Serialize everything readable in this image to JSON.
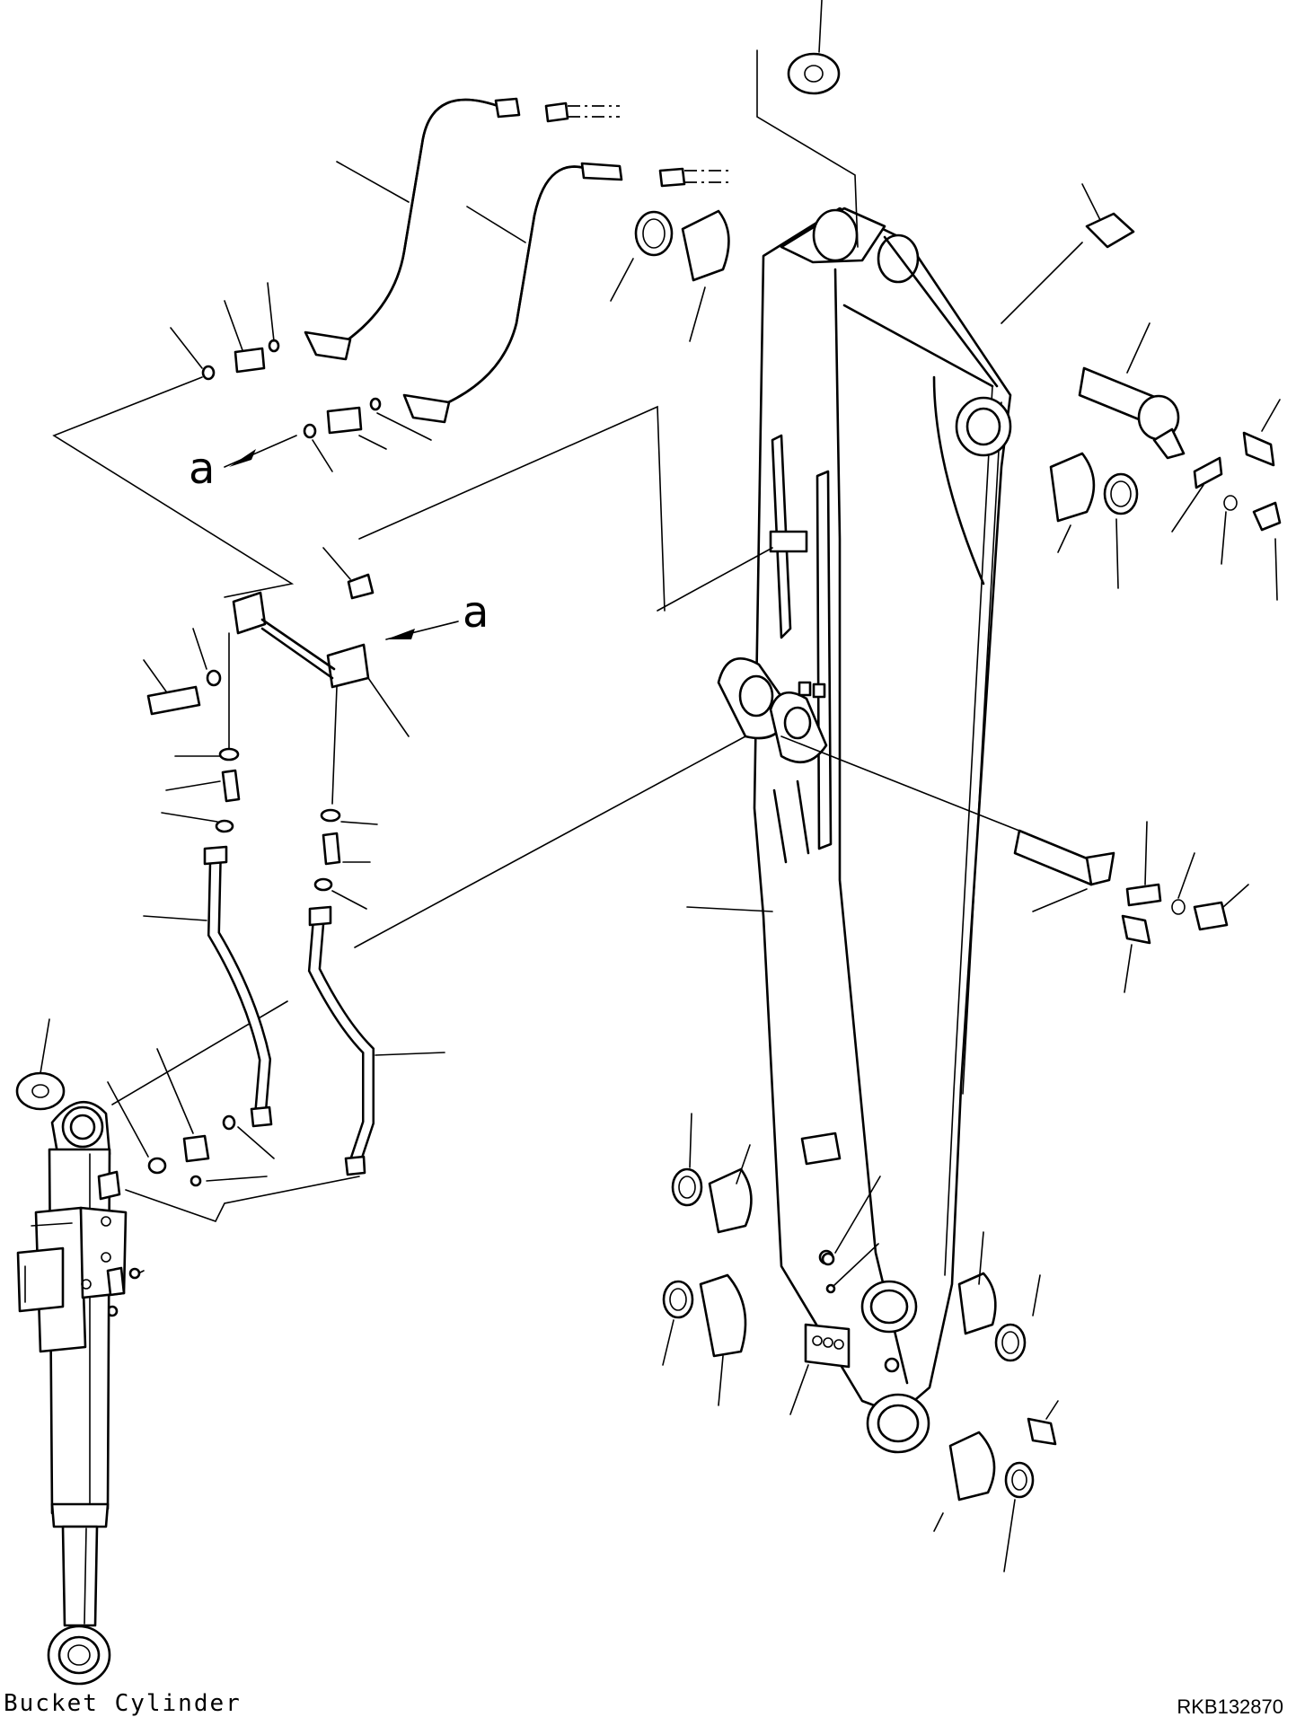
{
  "diagram": {
    "caption": "Bucket Cylinder",
    "drawing_code": "RKB132870",
    "reference_labels": [
      "a",
      "a"
    ]
  }
}
